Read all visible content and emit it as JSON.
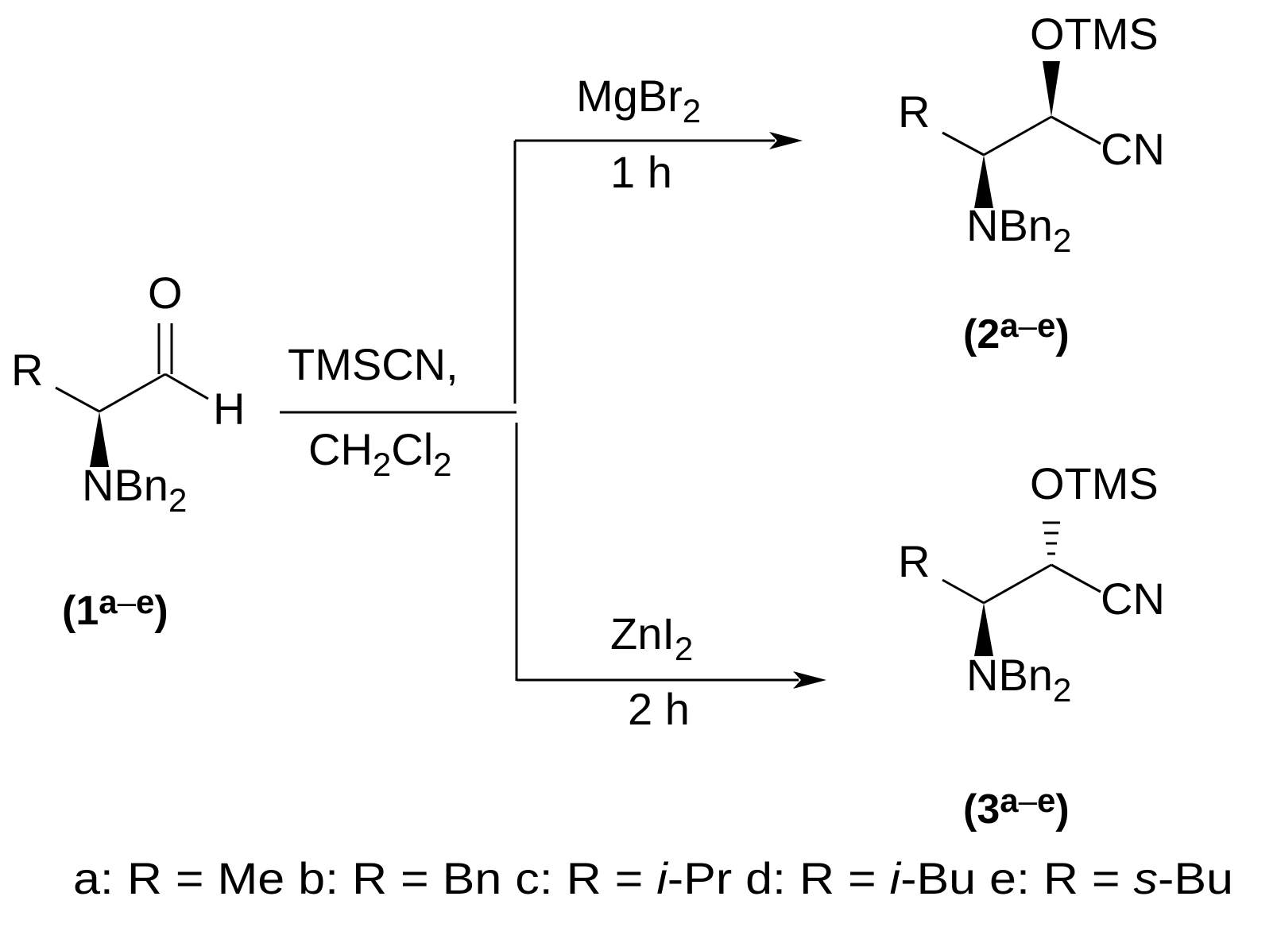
{
  "reactant": {
    "atom_R": "R",
    "atom_O": "O",
    "atom_H": "H",
    "amine": "NBn",
    "amine_sub": "2",
    "label_open": "(",
    "label_num": "1",
    "label_letters": "a",
    "label_dash": "–",
    "label_end": "e",
    "label_close": ")"
  },
  "main_conditions": {
    "reagent": "TMSCN,",
    "solvent_ch": "CH",
    "solvent_sub1": "2",
    "solvent_cl": "Cl",
    "solvent_sub2": "2"
  },
  "upper_branch": {
    "catalyst": "MgBr",
    "catalyst_sub": "2",
    "time": "1 h"
  },
  "lower_branch": {
    "catalyst": "ZnI",
    "catalyst_sub": "2",
    "time": "2 h"
  },
  "product_upper": {
    "otms": "OTMS",
    "atom_R": "R",
    "cn": "CN",
    "amine": "NBn",
    "amine_sub": "2",
    "label_open": "(",
    "label_num": "2",
    "label_letters": "a",
    "label_dash": "–",
    "label_end": "e",
    "label_close": ")"
  },
  "product_lower": {
    "otms": "OTMS",
    "atom_R": "R",
    "cn": "CN",
    "amine": "NBn",
    "amine_sub": "2",
    "label_open": "(",
    "label_num": "3",
    "label_letters": "a",
    "label_dash": "–",
    "label_end": "e",
    "label_close": ")"
  },
  "footnote": {
    "a_prefix": "a: R = ",
    "a_val": "Me",
    "b_prefix": " b: R = ",
    "b_val": "Bn",
    "c_prefix": " c: R = ",
    "c_ital": "i",
    "c_rest": "-Pr",
    "d_prefix": " d: R = ",
    "d_ital": "i",
    "d_rest": "-Bu",
    "e_prefix": " e: R = ",
    "e_ital": "s",
    "e_rest": "-Bu"
  }
}
